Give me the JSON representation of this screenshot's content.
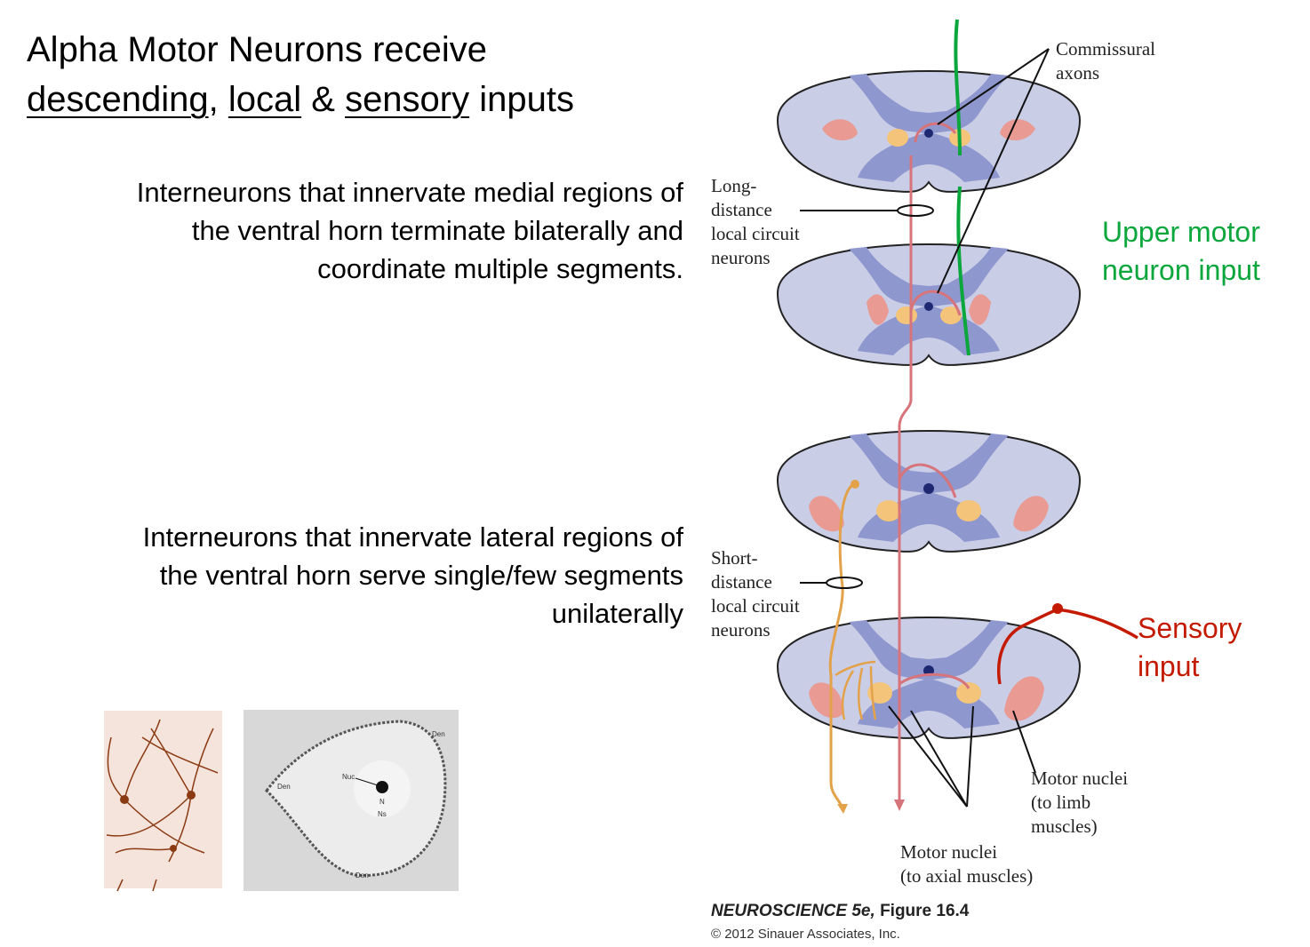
{
  "title": {
    "line1": "Alpha Motor Neurons receive",
    "descending": "descending",
    "comma": ",",
    "local": "local",
    "amp": "&",
    "sensory": "sensory",
    "inputs": "inputs"
  },
  "paragraphs": {
    "medial": [
      "Interneurons that innervate medial regions of",
      "the ventral horn terminate bilaterally and",
      "coordinate multiple segments."
    ],
    "lateral": [
      "Interneurons that innervate lateral regions of",
      "the ventral horn serve single/few segments",
      "unilaterally"
    ]
  },
  "figure_labels": {
    "commissural": [
      "Commissural",
      "axons"
    ],
    "long_distance": [
      "Long-",
      "distance",
      "local circuit",
      "neurons"
    ],
    "short_distance": [
      "Short-",
      "distance",
      "local circuit",
      "neurons"
    ],
    "motor_limb": [
      "Motor nuclei",
      "(to limb",
      "muscles)"
    ],
    "motor_axial": [
      "Motor nuclei",
      "(to axial muscles)"
    ],
    "upper_motor": [
      "Upper motor",
      "neuron input"
    ],
    "sensory": [
      "Sensory",
      "input"
    ]
  },
  "micrograph_labels": {
    "den_top": "Den",
    "den_left": "Den",
    "den_bottom": "Den",
    "nuc": "Nuc",
    "n": "N",
    "ns": "Ns"
  },
  "credit": {
    "book": "NEUROSCIENCE 5e,",
    "figure": "Figure 16.4",
    "copyright": "© 2012 Sinauer Associates, Inc."
  },
  "colors": {
    "white_matter": "#c9cde6",
    "gray_matter": "#8f97cf",
    "motor_nucleus": "#e99a93",
    "axial_nucleus": "#f3c47a",
    "long_axon": "#d7747b",
    "short_axon": "#e3a24a",
    "upper_motor": "#0ba63c",
    "sensory": "#c31a00"
  }
}
